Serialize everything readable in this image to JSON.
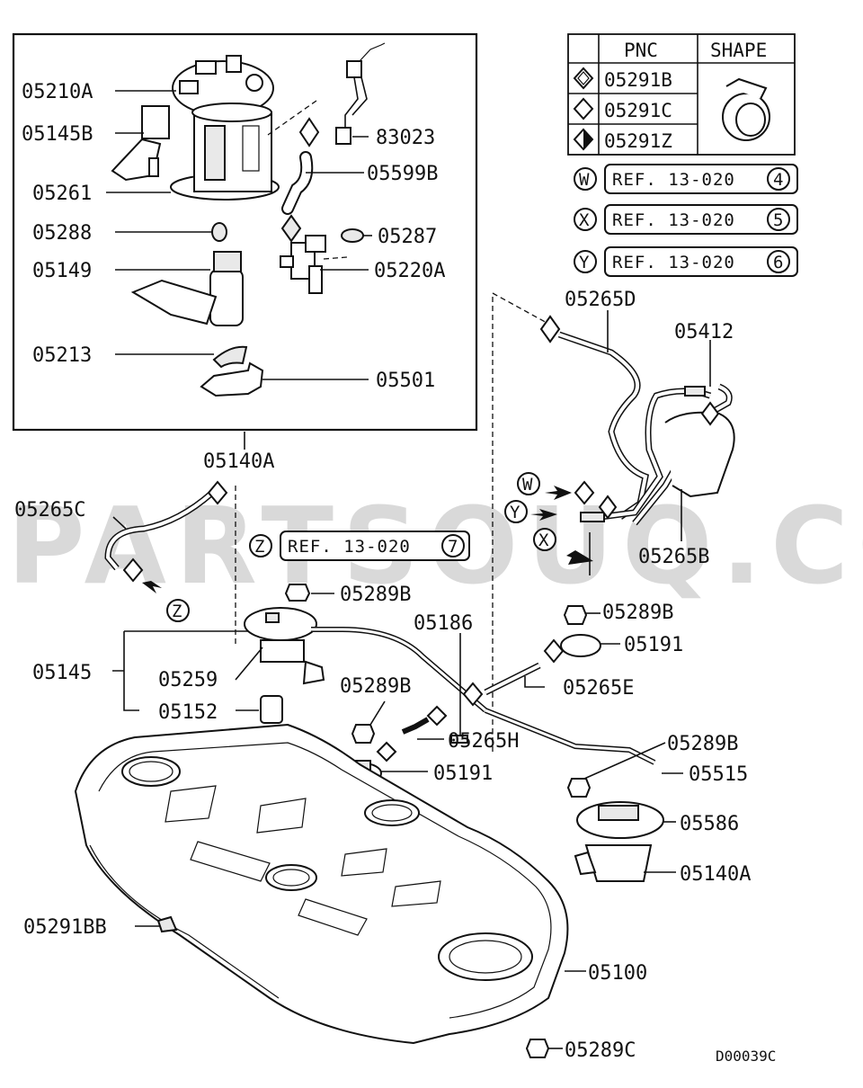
{
  "diagram": {
    "code": "D00039C",
    "watermark": "PARTSOUQ.COM"
  },
  "legend_table": {
    "headers": [
      "PNC",
      "SHAPE"
    ],
    "rows": [
      {
        "pnc": "05291B",
        "symbol": "diamond-dotted"
      },
      {
        "pnc": "05291C",
        "symbol": "diamond-open"
      },
      {
        "pnc": "05291Z",
        "symbol": "diamond-half-filled"
      }
    ],
    "shape_icon": "hose-clamp-icon"
  },
  "references": [
    {
      "marker": "W",
      "text": "REF. 13-020",
      "num": "4"
    },
    {
      "marker": "X",
      "text": "REF. 13-020",
      "num": "5"
    },
    {
      "marker": "Y",
      "text": "REF. 13-020",
      "num": "6"
    },
    {
      "marker": "Z",
      "text": "REF. 13-020",
      "num": "7"
    }
  ],
  "arrow_markers": {
    "w": "W",
    "y": "Y",
    "x": "X",
    "z": "Z"
  },
  "parts": {
    "p05210A": "05210A",
    "p05145B": "05145B",
    "p05261": "05261",
    "p05288": "05288",
    "p05149": "05149",
    "p05213": "05213",
    "p83023": "83023",
    "p05599B": "05599B",
    "p05287": "05287",
    "p05220A": "05220A",
    "p05501": "05501",
    "p05140A_top": "05140A",
    "p05265C": "05265C",
    "p05265D": "05265D",
    "p05412": "05412",
    "p05265B": "05265B",
    "p05289B_1": "05289B",
    "p05289B_2": "05289B",
    "p05289B_3": "05289B",
    "p05289B_4": "05289B",
    "p05145": "05145",
    "p05259": "05259",
    "p05152": "05152",
    "p05186": "05186",
    "p05191_1": "05191",
    "p05191_2": "05191",
    "p05265E": "05265E",
    "p05265H": "05265H",
    "p05515": "05515",
    "p05586": "05586",
    "p05140A_bottom": "05140A",
    "p05291BB": "05291BB",
    "p05100": "05100",
    "p05289C": "05289C"
  }
}
